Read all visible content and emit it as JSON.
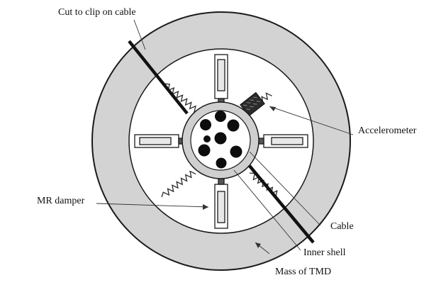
{
  "labels": {
    "cut": "Cut to clip on cable",
    "accelerometer": "Accelerometer",
    "mr_damper": "MR damper",
    "cable": "Cable",
    "inner_shell": "Inner shell",
    "mass": "Mass of TMD"
  },
  "colors": {
    "ring": "#d3d3d3",
    "outline": "#1a1a1a",
    "inner_shell": "#cfcfcf",
    "cable": "#111111",
    "background": "#ffffff"
  }
}
